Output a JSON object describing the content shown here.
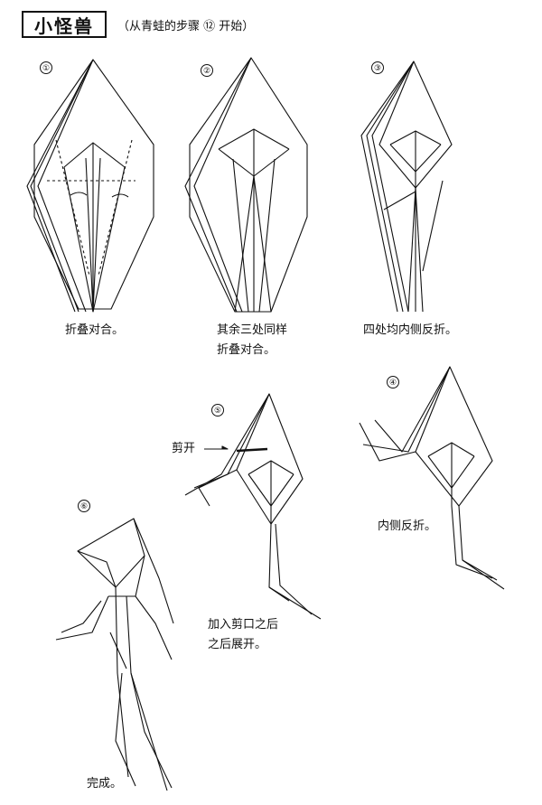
{
  "title": "小怪兽",
  "subtitle": "（从青蛙的步骤 ⑫ 开始）",
  "steps": [
    {
      "num": "①",
      "caption_1": "折叠对合。",
      "caption_2": ""
    },
    {
      "num": "②",
      "caption_1": "其余三处同样",
      "caption_2": "折叠对合。"
    },
    {
      "num": "③",
      "caption_1": "四处均内侧反折。",
      "caption_2": ""
    },
    {
      "num": "④",
      "caption_1": "内侧反折。",
      "caption_2": ""
    },
    {
      "num": "⑤",
      "caption_1": "加入剪口之后",
      "caption_2": "之后展开。",
      "cut_label": "剪开"
    },
    {
      "num": "⑥",
      "caption_1": "完成。",
      "caption_2": ""
    }
  ]
}
